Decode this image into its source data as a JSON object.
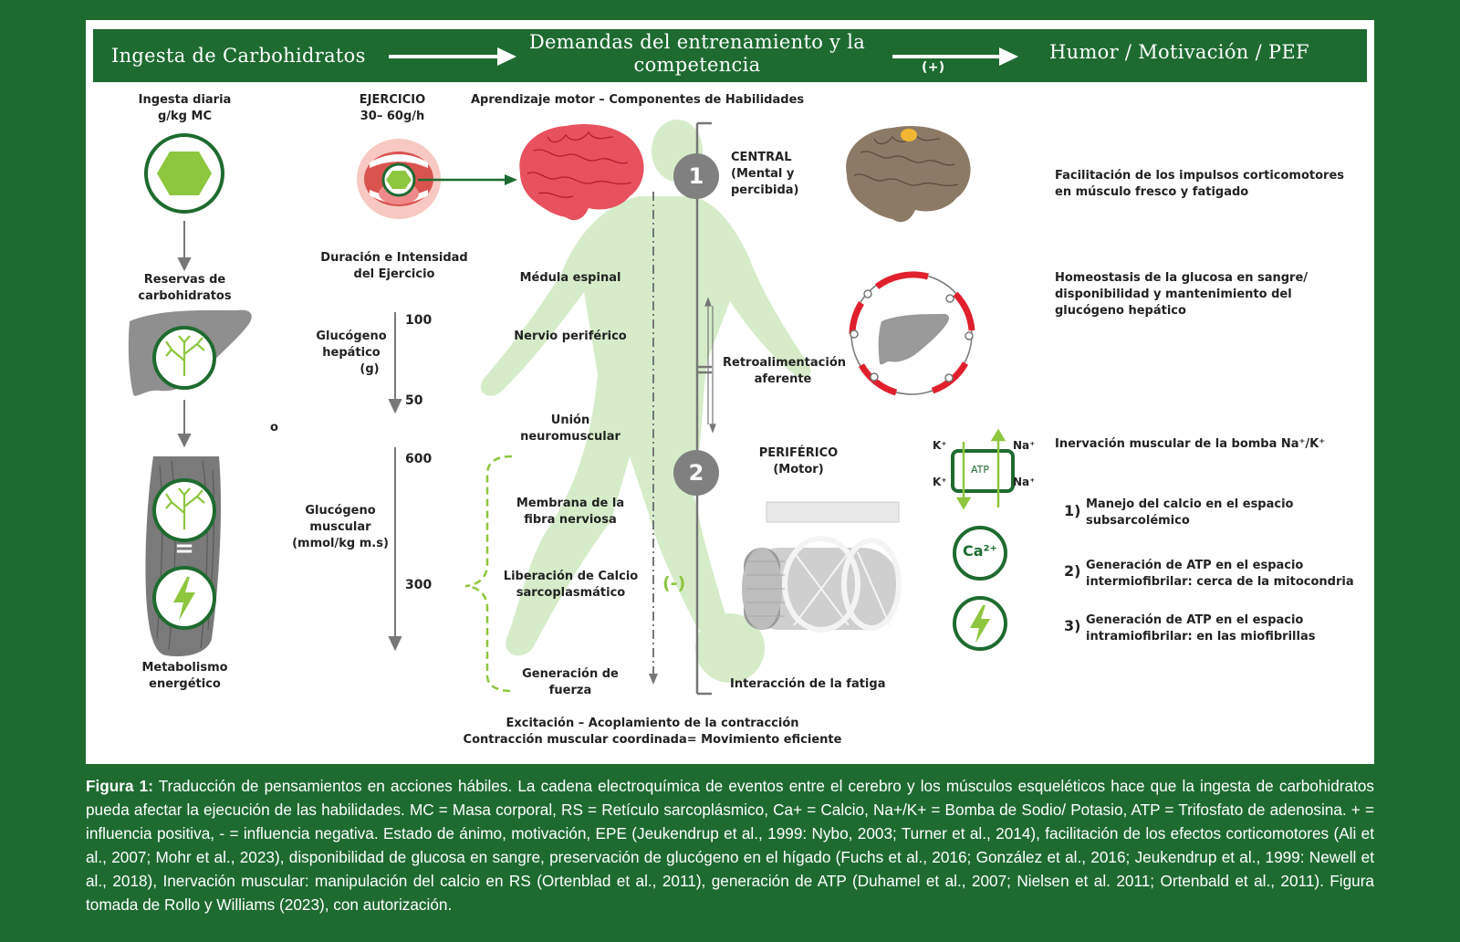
{
  "header": {
    "col1": "Ingesta de Carbohidratos",
    "col2_line1": "Demandas del entrenamiento y la",
    "col2_line2": "competencia",
    "col3": "Humor / Motivación / PEF",
    "plus": "(+)"
  },
  "left": {
    "daily_1": "Ingesta diaria",
    "daily_2": "g/kg MC",
    "reserves_1": "Reservas de",
    "reserves_2": "carbohidratos",
    "metab_1": "Metabolismo",
    "metab_2": "energético",
    "equals": "=",
    "o": "o"
  },
  "middle": {
    "exercise_1": "EJERCICIO",
    "exercise_2": "30– 60g/h",
    "duration_1": "Duración e Intensidad",
    "duration_2": "del Ejercicio",
    "hep_1": "Glucógeno",
    "hep_2": "hepático",
    "hep_3": "(g)",
    "hep_top": "100",
    "hep_bottom": "50",
    "musc_1": "Glucógeno",
    "musc_2": "muscular",
    "musc_3": "(mmol/kg m.s)",
    "musc_top": "600",
    "musc_mid": "300",
    "motor_learning": "Aprendizaje motor – Componentes de Habilidades",
    "spinal": "Médula espinal",
    "nerve": "Nervio periférico",
    "nm_1": "Unión",
    "nm_2": "neuromuscular",
    "membrane_1": "Membrana de la",
    "membrane_2": "fibra nerviosa",
    "calcium_1": "Liberación de Calcio",
    "calcium_2": "sarcoplasmático",
    "minus": "(-)",
    "force_1": "Generación de",
    "force_2": "fuerza",
    "num1": "1",
    "num2": "2",
    "central_1": "CENTRAL",
    "central_2": "(Mental y",
    "central_3": "percibida)",
    "feedback_1": "Retroalimentación",
    "feedback_2": "aferente",
    "peripheral_1": "PERIFÉRICO",
    "peripheral_2": "(Motor)",
    "fatigue": "Interacción de la fatiga",
    "bottom_1": "Excitación – Acoplamiento de la contracción",
    "bottom_2": "Contracción muscular coordinada= Movimiento eficiente"
  },
  "right": {
    "facil_1": "Facilitación de los impulsos corticomotores",
    "facil_2": "en músculo fresco y fatigado",
    "homeo_1": "Homeostasis de la glucosa en sangre/",
    "homeo_2": "disponibilidad y mantenimiento del",
    "homeo_3": "glucógeno hepático",
    "pump": "Inervación muscular de la bomba  Na⁺/K⁺",
    "k1": "K⁺",
    "k2": "K⁺",
    "na1": "Na⁺",
    "na2": "Na⁺",
    "atp": "ATP",
    "ca": "Ca²⁺",
    "item1_num": "1)",
    "item1_1": "Manejo del calcio en el espacio",
    "item1_2": "subsarcolémico",
    "item2_num": "2)",
    "item2_1": "Generación de ATP en el espacio",
    "item2_2": "intermiofibrilar: cerca de la mitocondria",
    "item3_num": "3)",
    "item3_1": "Generación de ATP en el espacio",
    "item3_2": "intramiofibrilar: en las miofibrillas"
  },
  "caption": {
    "label": "Figura 1:",
    "text": " Traducción de pensamientos en acciones hábiles. La cadena electroquímica de eventos entre el cerebro y los músculos esqueléticos hace que la ingesta de carbohidratos pueda afectar la ejecución de las habilidades. MC = Masa corporal, RS = Retículo sarcoplásmico, Ca+ = Calcio, Na+/K+ = Bomba de Sodio/ Potasio, ATP = Trifosfato de adenosina. + = influencia positiva, - = influencia negativa. Estado de ánimo, motivación, EPE (Jeukendrup et al., 1999: Nybo, 2003; Turner et al., 2014), facilitación de los efectos corticomotores (Ali et al., 2007; Mohr et al., 2023), disponibilidad de glucosa en sangre, preservación de glucógeno en el  hígado (Fuchs et al., 2016; González et al., 2016; Jeukendrup et al., 1999: Newell et al., 2018), Inervación muscular: manipulación del calcio en RS (Ortenblad et al., 2011), generación de ATP (Duhamel et al., 2007; Nielsen et al. 2011; Ortenbald et al., 2011). Figura tomada de Rollo y Williams (2023), con autorización."
  },
  "colors": {
    "brand_green": "#1e6b30",
    "light_green": "#8dc63f",
    "figure_green": "#d6ecc9",
    "red": "#e0202c",
    "gray": "#808080"
  }
}
